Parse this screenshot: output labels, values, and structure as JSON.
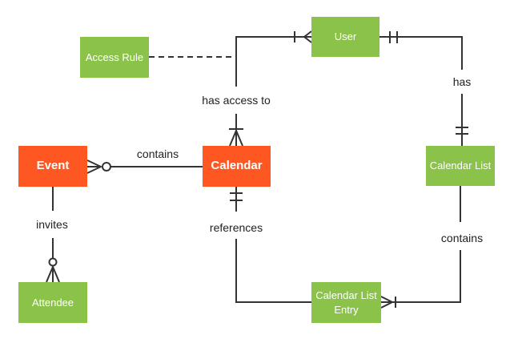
{
  "diagram_type": "entity-relationship (crow's foot notation)",
  "colors": {
    "entity_green": "#8BC34A",
    "entity_orange": "#FF5722",
    "connector": "#333333",
    "label_text": "#212121",
    "entity_text": "#FFFFFF",
    "background": "#FFFFFF"
  },
  "entities": {
    "event": {
      "label": "Event",
      "color": "orange"
    },
    "calendar": {
      "label": "Calendar",
      "color": "orange"
    },
    "user": {
      "label": "User",
      "color": "green"
    },
    "access_rule": {
      "label": "Access Rule",
      "color": "green"
    },
    "calendar_list": {
      "label": "Calendar List",
      "color": "green"
    },
    "attendee": {
      "label": "Attendee",
      "color": "green"
    },
    "calendar_list_entry": {
      "label": "Calendar List Entry",
      "color": "green"
    }
  },
  "relationships": {
    "event_contains_calendar": {
      "label": "contains",
      "from": "Event",
      "to": "Calendar",
      "event_side_cardinality": "zero-or-many (crow's foot + circle)"
    },
    "event_invites_attendee": {
      "label": "invites",
      "from": "Event",
      "to": "Attendee",
      "attendee_side_cardinality": "zero-or-many (circle + crow's foot)"
    },
    "user_has_access_to_calendar": {
      "label": "has access to",
      "from": "User",
      "to": "Calendar",
      "user_side_cardinality": "one-or-many (bar + crow's foot)",
      "calendar_side_cardinality": "one-or-many (bar + crow's foot)"
    },
    "user_has_calendar_list": {
      "label": "has",
      "from": "User",
      "to": "Calendar List",
      "user_side_cardinality": "exactly-one (double bar)",
      "calendar_list_side_cardinality": "exactly-one (double bar)"
    },
    "calendar_list_contains_entry": {
      "label": "contains",
      "from": "Calendar List",
      "to": "Calendar List Entry",
      "entry_side_cardinality": "one-or-many (crow's foot + bar)"
    },
    "entry_references_calendar": {
      "label": "references",
      "from": "Calendar List Entry",
      "to": "Calendar",
      "calendar_side_cardinality": "exactly-one (double bar)"
    },
    "access_rule_link": {
      "label": "",
      "from": "Access Rule",
      "to": "has access to relationship line",
      "style": "dashed"
    }
  }
}
